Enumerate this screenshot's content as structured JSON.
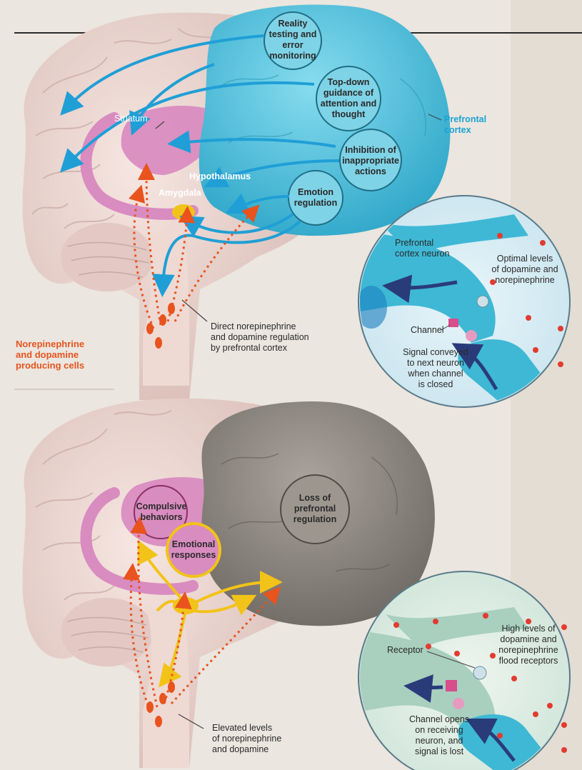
{
  "top_panel": {
    "bubbles": {
      "reality": "Reality\ntesting and\nerror\nmonitoring",
      "topdown": "Top-down\nguidance of\nattention and\nthought",
      "inhibition": "Inhibition of\ninappropriate\nactions",
      "emotion": "Emotion\nregulation"
    },
    "labels": {
      "prefrontal": "Prefrontal\ncortex",
      "striatum": "Striatum",
      "hypothalamus": "Hypothalamus",
      "amygdala": "Amygdala",
      "ne_da_cells": "Norepinephrine\nand dopamine\nproducing cells",
      "direct_reg": "Direct norepinephrine\nand dopamine regulation\nby prefrontal cortex"
    },
    "inset": {
      "neuron": "Prefrontal\ncortex neuron",
      "optimal": "Optimal levels\nof dopamine and\nnorepinephrine",
      "channel": "Channel",
      "signal": "Signal conveyed\nto next neuron\nwhen channel\nis closed"
    }
  },
  "bottom_panel": {
    "bubbles": {
      "compulsive": "Compulsive\nbehaviors",
      "emotional": "Emotional\nresponses",
      "loss": "Loss of\nprefrontal\nregulation"
    },
    "labels": {
      "elevated": "Elevated levels\nof norepinephrine\nand dopamine"
    },
    "inset": {
      "receptor": "Receptor",
      "high": "High levels of\ndopamine and\nnorepinephrine\nflood receptors",
      "channel_opens": "Channel opens\non receiving\nneuron, and\nsignal is lost"
    }
  },
  "colors": {
    "cortex_healthy": "#5cc4dc",
    "cortex_lost": "#8c8680",
    "limbic": "#d98cc0",
    "dopamine": "#e8531e",
    "arrow_blue": "#1f9fd6",
    "arrow_yellow": "#f2c318"
  }
}
